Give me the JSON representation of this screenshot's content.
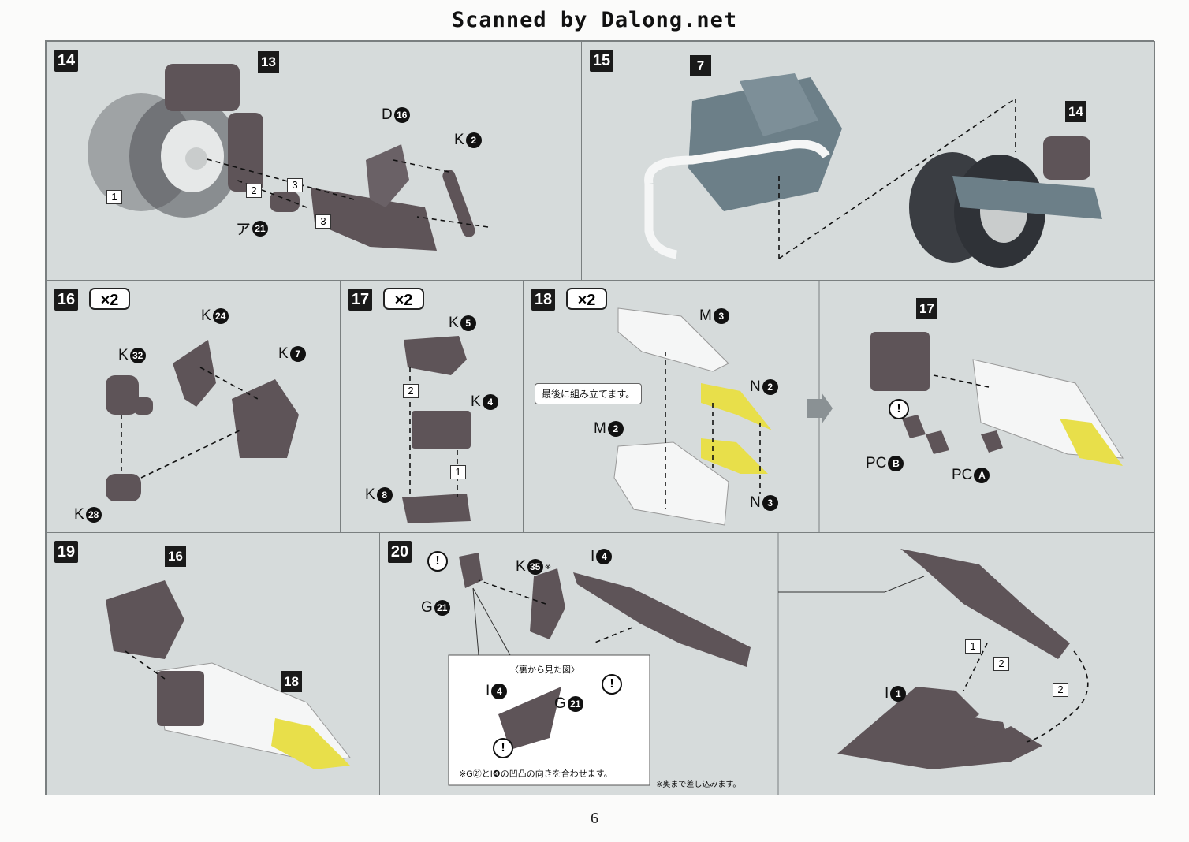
{
  "header": {
    "text": "Scanned by Dalong.net"
  },
  "page_number": "6",
  "steps": {
    "s14": {
      "num": "14",
      "labels": {
        "p13": "13",
        "d": "D",
        "d_n": "16",
        "k": "K",
        "k_n": "2",
        "a": "ア",
        "a_n": "21"
      },
      "arrows": [
        "1",
        "2",
        "3",
        "3"
      ]
    },
    "s15": {
      "num": "15",
      "labels": {
        "p7": "7",
        "p14": "14"
      }
    },
    "s16": {
      "num": "16",
      "mult": "×2",
      "labels": {
        "k24": "K",
        "k24_n": "24",
        "k32": "K",
        "k32_n": "32",
        "k7": "K",
        "k7_n": "7",
        "k28": "K",
        "k28_n": "28"
      }
    },
    "s17": {
      "num": "17",
      "mult": "×2",
      "labels": {
        "k5": "K",
        "k5_n": "5",
        "k4": "K",
        "k4_n": "4",
        "k8": "K",
        "k8_n": "8"
      },
      "arrows": [
        "2",
        "1"
      ]
    },
    "s18": {
      "num": "18",
      "mult": "×2",
      "labels": {
        "m3": "M",
        "m3_n": "3",
        "m2": "M",
        "m2_n": "2",
        "n2": "N",
        "n2_n": "2",
        "n3": "N",
        "n3_n": "3",
        "p17": "17",
        "pcb": "PC",
        "pcb_n": "B",
        "pca": "PC",
        "pca_n": "A"
      },
      "note": "最後に組み立てます。"
    },
    "s19": {
      "num": "19",
      "labels": {
        "p16": "16",
        "p18": "18"
      }
    },
    "s20": {
      "num": "20",
      "labels": {
        "g21": "G",
        "g21_n": "21",
        "k35": "K",
        "k35_n": "35",
        "k35_mark": "※",
        "i4": "I",
        "i4_n": "4",
        "inset_i": "I",
        "inset_i_n": "4",
        "inset_g": "G",
        "inset_g_n": "21",
        "i1": "I",
        "i1_n": "1"
      },
      "inset_title": "〈裏から見た図〉",
      "inset_note": "※G㉑とI❹の凹凸の向きを合わせます。",
      "note": "※奥まで差し込みます。",
      "arrows": [
        "1",
        "2",
        "2"
      ]
    }
  },
  "colors": {
    "panel_bg": "#d6dbdb",
    "part_dark": "#5e5458",
    "part_blue": "#6c7f88",
    "part_white": "#f5f6f6",
    "part_yellow": "#e8df4a",
    "tire": "#3a3d42"
  }
}
